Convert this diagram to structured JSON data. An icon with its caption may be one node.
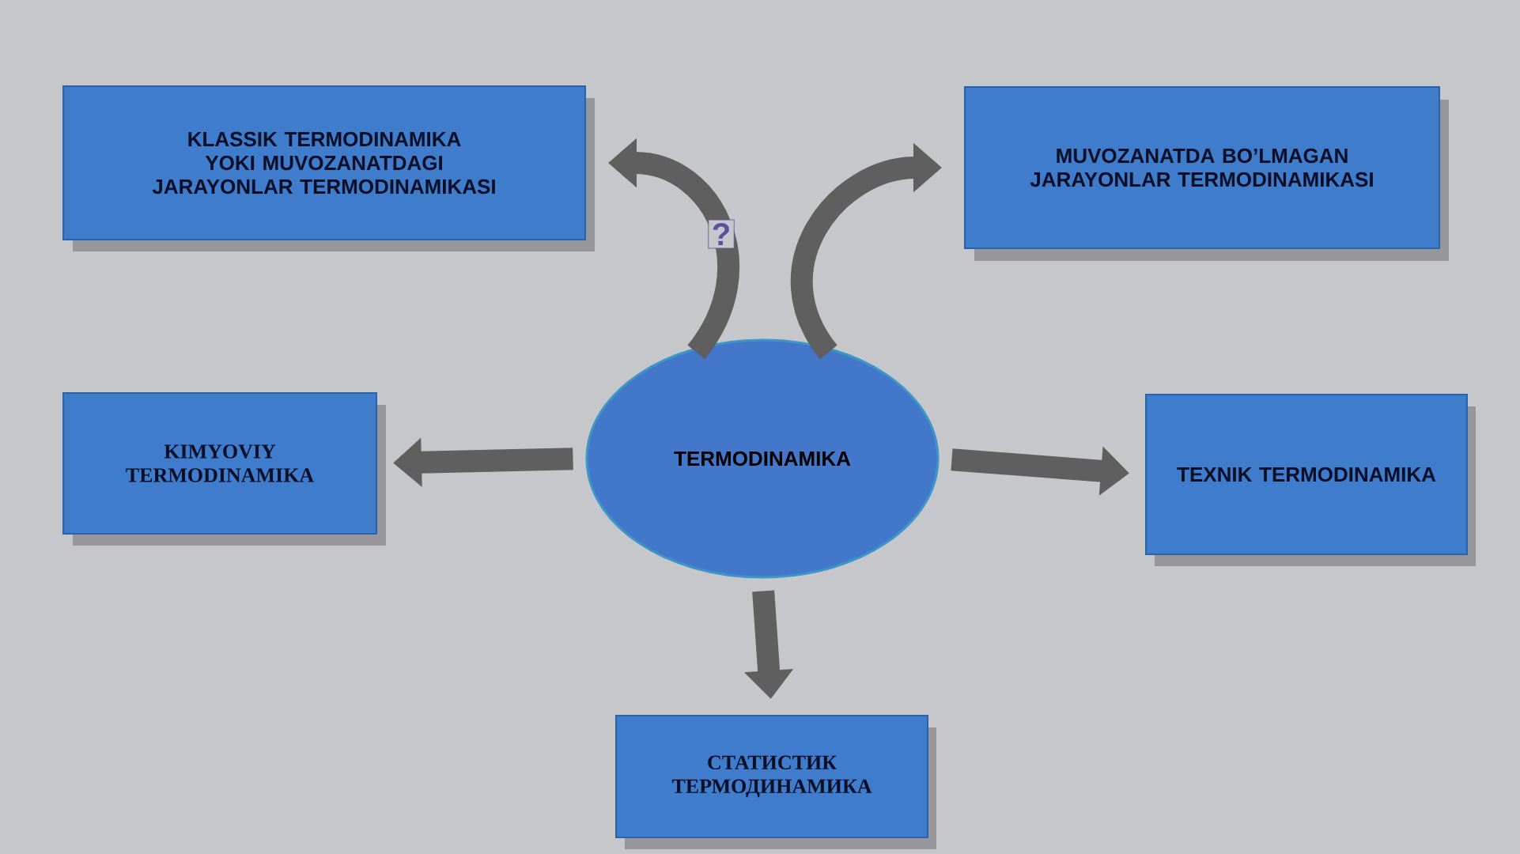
{
  "diagram": {
    "nodes": [
      {
        "text": [
          "TERMODINAMIKA"
        ]
      },
      {
        "text": [
          "KLASSIK TERMODINAMIKA YOKI MUVOZANATDAGI JARAYONLAR TERMODINAMIKASI"
        ]
      },
      {
        "text": [
          "MUVOZANATDA BO’LMAGAN JARAYONLAR TERMODINAMIKASI"
        ]
      },
      {
        "text": [
          "KIMYOVIY TERMODINAMIKA"
        ]
      },
      {
        "text": [
          "TEXNIK TERMODINAMIKA"
        ]
      },
      {
        "text": [
          "СТАТИСТИК ТЕРМОДИНАМИКА"
        ]
      }
    ],
    "edges": [
      {
        "from": 0,
        "to": 1,
        "arrow": "to"
      },
      {
        "from": 0,
        "to": 2,
        "arrow": "to"
      },
      {
        "from": 0,
        "to": 3,
        "arrow": "to"
      },
      {
        "from": 0,
        "to": 4,
        "arrow": "to"
      },
      {
        "from": 0,
        "to": 5,
        "arrow": "to"
      }
    ],
    "labels": [
      "?"
    ]
  }
}
